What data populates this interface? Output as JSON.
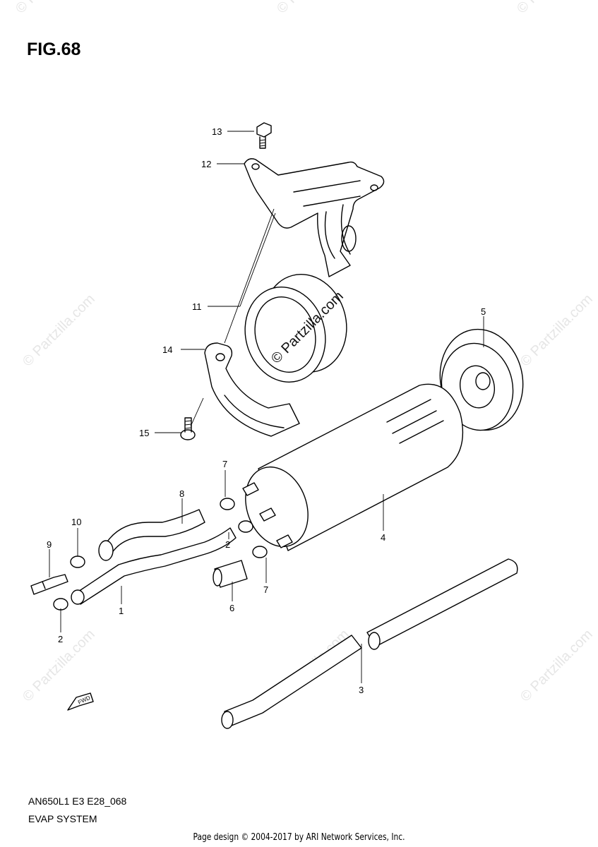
{
  "figure": {
    "title": "FIG.68"
  },
  "model_code": "AN650L1 E3 E28_068",
  "system_name": "EVAP SYSTEM",
  "footer": "Page design © 2004-2017 by ARI Network Services, Inc.",
  "watermark": "© Partzilla.com",
  "fwd_label": "FWD",
  "callouts": {
    "c1": "1",
    "c2a": "2",
    "c2b": "2",
    "c3": "3",
    "c4": "4",
    "c5": "5",
    "c6": "6",
    "c7a": "7",
    "c7b": "7",
    "c8": "8",
    "c9": "9",
    "c10": "10",
    "c11": "11",
    "c12": "12",
    "c13": "13",
    "c14": "14",
    "c15": "15"
  }
}
